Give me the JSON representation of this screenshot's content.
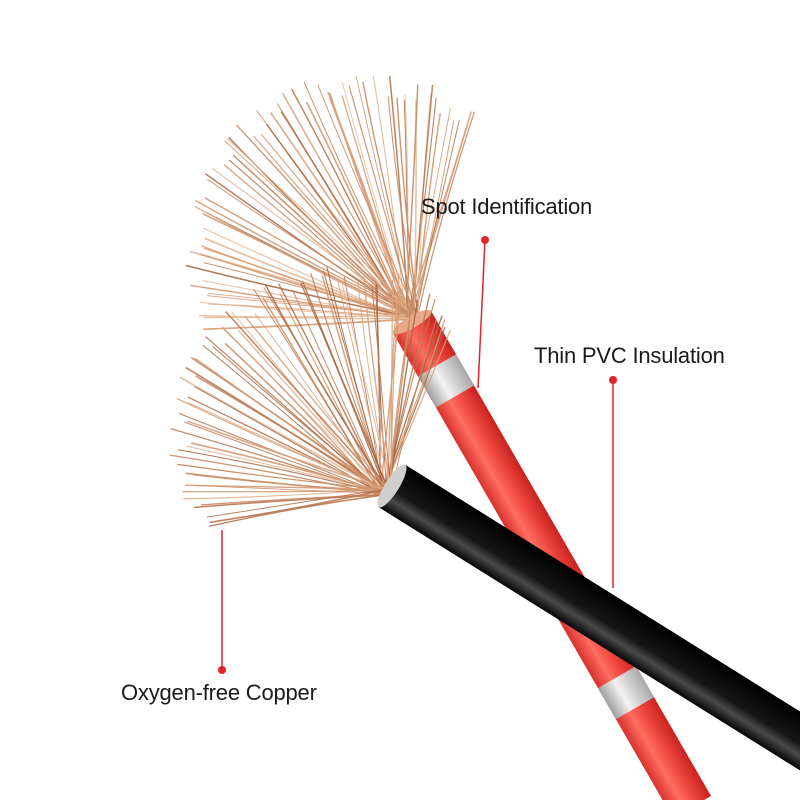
{
  "callouts": {
    "spot_identification": "Spot Identification",
    "thin_pvc_insulation": "Thin PVC Insulation",
    "oxygen_free_copper": "Oxygen-free Copper"
  },
  "colors": {
    "callout_line": "#e0242a",
    "red_insulation": "#f0453f",
    "black_insulation": "#121212",
    "copper": "#c98a64",
    "silver_band": "#c8c8c8",
    "label_text": "#1a1a1a"
  }
}
